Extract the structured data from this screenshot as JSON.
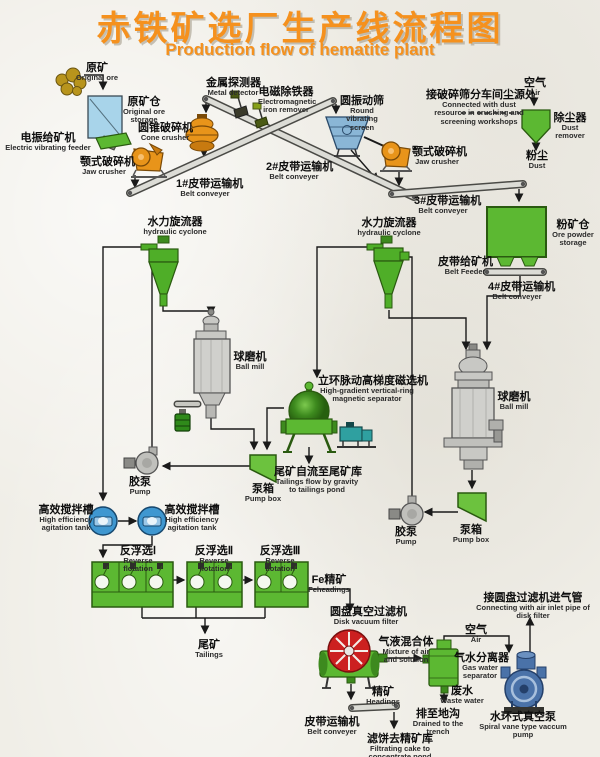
{
  "title": {
    "cn": "赤铁矿选厂生产线流程图",
    "en": "Production flow of hematite plant"
  },
  "labels": {
    "original_ore": {
      "cn": "原矿",
      "en": "Original ore"
    },
    "ore_storage": {
      "cn": "原矿仓",
      "en": "Original ore storage"
    },
    "vibrating_feeder": {
      "cn": "电振给矿机",
      "en": "Electric vibrating feeder"
    },
    "jaw_crusher_1": {
      "cn": "颚式破碎机",
      "en": "Jaw crusher"
    },
    "cone_crusher": {
      "cn": "圆锥破碎机",
      "en": "Cone crusher"
    },
    "metal_detector": {
      "cn": "金属探测器",
      "en": "Metal detector"
    },
    "iron_remover": {
      "cn": "电磁除铁器",
      "en": "Electromagnetic iron remover"
    },
    "vibrating_screen": {
      "cn": "圆振动筛",
      "en": "Round vibrating screen"
    },
    "belt_1": {
      "cn": "1#皮带运输机",
      "en": "Belt conveyer"
    },
    "belt_2": {
      "cn": "2#皮带运输机",
      "en": "Belt conveyer"
    },
    "belt_3": {
      "cn": "3#皮带运输机",
      "en": "Belt conveyer"
    },
    "belt_4": {
      "cn": "4#皮带运输机",
      "en": "Belt conveyer"
    },
    "jaw_crusher_2": {
      "cn": "颚式破碎机",
      "en": "Jaw crusher"
    },
    "air_top": {
      "cn": "空气",
      "en": "Air"
    },
    "dust_connect": {
      "cn": "接破碎筛分车间尘源处",
      "en": "Connected with dust resource in crushing and screening workshops"
    },
    "dust_remover": {
      "cn": "除尘器",
      "en": "Dust remover"
    },
    "dust": {
      "cn": "粉尘",
      "en": "Dust"
    },
    "powder_storage": {
      "cn": "粉矿仓",
      "en": "Ore powder storage"
    },
    "belt_feeder": {
      "cn": "皮带给矿机",
      "en": "Belt Feeder"
    },
    "cyclone_1": {
      "cn": "水力旋流器",
      "en": "hydraulic cyclone"
    },
    "cyclone_2": {
      "cn": "水力旋流器",
      "en": "hydraulic cyclone"
    },
    "ball_mill_1": {
      "cn": "球磨机",
      "en": "Ball mill"
    },
    "ball_mill_2": {
      "cn": "球磨机",
      "en": "Ball mill"
    },
    "magnetic_separator": {
      "cn": "立环脉动高梯度磁选机",
      "en": "High-gradient vertical-ring magnetic separator"
    },
    "tailings_gravity": {
      "cn": "尾矿自流至尾矿库",
      "en": "Tailings flow by gravity to tailings pond"
    },
    "pump_1": {
      "cn": "胶泵",
      "en": "Pump"
    },
    "pump_2": {
      "cn": "胶泵",
      "en": "Pump"
    },
    "pump_box_1": {
      "cn": "泵箱",
      "en": "Pump box"
    },
    "pump_box_2": {
      "cn": "泵箱",
      "en": "Pump box"
    },
    "agitation_1": {
      "cn": "高效搅拌槽",
      "en": "High efficiency agitation tank"
    },
    "agitation_2": {
      "cn": "高效搅拌槽",
      "en": "High efficiency agitation tank"
    },
    "flotation_1": {
      "cn": "反浮选Ⅰ",
      "en": "Reverse flotation"
    },
    "flotation_2": {
      "cn": "反浮选Ⅱ",
      "en": "Reverse flotation"
    },
    "flotation_3": {
      "cn": "反浮选Ⅲ",
      "en": "Reverse flotation"
    },
    "fe_headings": {
      "cn": "Fe精矿",
      "en": "Feheadings"
    },
    "tailings": {
      "cn": "尾矿",
      "en": "Tailings"
    },
    "disk_filter": {
      "cn": "圆盘真空过滤机",
      "en": "Disk vacuum filter"
    },
    "air_inlet_pipe": {
      "cn": "接圆盘过滤机进气管",
      "en": "Connecting with air inlet pipe of disk filter"
    },
    "air_bottom": {
      "cn": "空气",
      "en": "Air"
    },
    "mixture": {
      "cn": "气液混合体",
      "en": "Mixture of air and solution"
    },
    "gas_water_separator": {
      "cn": "气水分离器",
      "en": "Gas water separator"
    },
    "waste_water": {
      "cn": "废水",
      "en": "Waste water"
    },
    "drained": {
      "cn": "排至地沟",
      "en": "Drained to the trench"
    },
    "vacuum_pump": {
      "cn": "水环式真空泵",
      "en": "Spiral vane type vaccum pump"
    },
    "headings": {
      "cn": "精矿",
      "en": "Headings"
    },
    "belt_bottom": {
      "cn": "皮带运输机",
      "en": "Belt conveyer"
    },
    "cake": {
      "cn": "滤饼去精矿库",
      "en": "Filtrating cake to concentrate pond"
    }
  },
  "colors": {
    "accent_orange": "#f5911e",
    "equipment_green": "#5cb832",
    "storage_blue": "#a8d4ea",
    "tank_blue": "#3f97d0",
    "screen_blue": "#8ab6d6",
    "crusher_orange": "#e8941a",
    "disk_red": "#cc2020",
    "vacuum_pump_blue": "#4a72a8",
    "line": "#1a1a1a"
  }
}
